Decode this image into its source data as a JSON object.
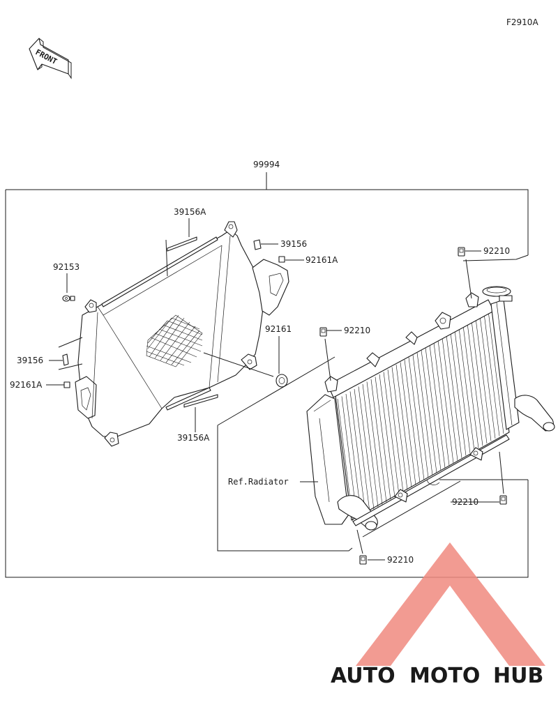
{
  "figure_code": "F2910A",
  "front_label": "FRONT",
  "assembly_number": "99994",
  "callouts": {
    "c39156A_top": "39156A",
    "c39156_top": "39156",
    "c92161A_right": "92161A",
    "c92153": "92153",
    "c39156_left": "39156",
    "c92161A_left": "92161A",
    "c92161": "92161",
    "c39156A_bottom": "39156A",
    "c92210_top_right": "92210",
    "c92210_upper": "92210",
    "ref_radiator": "Ref.Radiator",
    "c92210_lower_right": "92210",
    "c92210_bottom": "92210"
  },
  "watermark": {
    "word_auto": "AUTO",
    "word_moto": "MOTO",
    "word_hub": "HUB",
    "colors": {
      "auto": "#f2a41a",
      "moto": "#f26d5b",
      "hub": "#5a6470",
      "triangle": "#f08a80"
    }
  }
}
